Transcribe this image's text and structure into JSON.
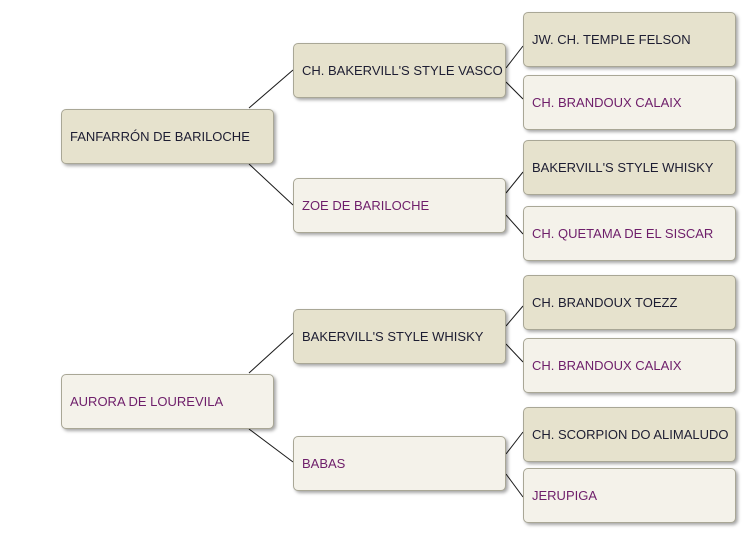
{
  "pedigrees": [
    {
      "subject": {
        "name": "FANFARRÓN DE BARILOCHE",
        "sex": "male"
      },
      "sire": {
        "name": "CH. BAKERVILL'S STYLE VASCO",
        "sex": "male"
      },
      "dam": {
        "name": "ZOE DE BARILOCHE",
        "sex": "female"
      },
      "sire_sire": {
        "name": "JW. CH. TEMPLE FELSON",
        "sex": "male"
      },
      "sire_dam": {
        "name": "CH. BRANDOUX CALAIX",
        "sex": "female"
      },
      "dam_sire": {
        "name": "BAKERVILL'S STYLE WHISKY",
        "sex": "male"
      },
      "dam_dam": {
        "name": "CH. QUETAMA DE EL SISCAR",
        "sex": "female"
      }
    },
    {
      "subject": {
        "name": "AURORA DE LOUREVILA",
        "sex": "female"
      },
      "sire": {
        "name": "BAKERVILL'S STYLE WHISKY",
        "sex": "male"
      },
      "dam": {
        "name": "BABAS",
        "sex": "female"
      },
      "sire_sire": {
        "name": "CH. BRANDOUX TOEZZ",
        "sex": "male"
      },
      "sire_dam": {
        "name": "CH. BRANDOUX CALAIX",
        "sex": "female"
      },
      "dam_sire": {
        "name": "CH. SCORPION DO ALIMALUDO",
        "sex": "male"
      },
      "dam_dam": {
        "name": "JERUPIGA",
        "sex": "female"
      }
    }
  ],
  "colors": {
    "male_bg": "#e6e2cd",
    "female_bg": "#f4f2ea",
    "male_text": "#1d1d32",
    "female_text": "#6e1e6a",
    "line": "#1a1a1a"
  }
}
